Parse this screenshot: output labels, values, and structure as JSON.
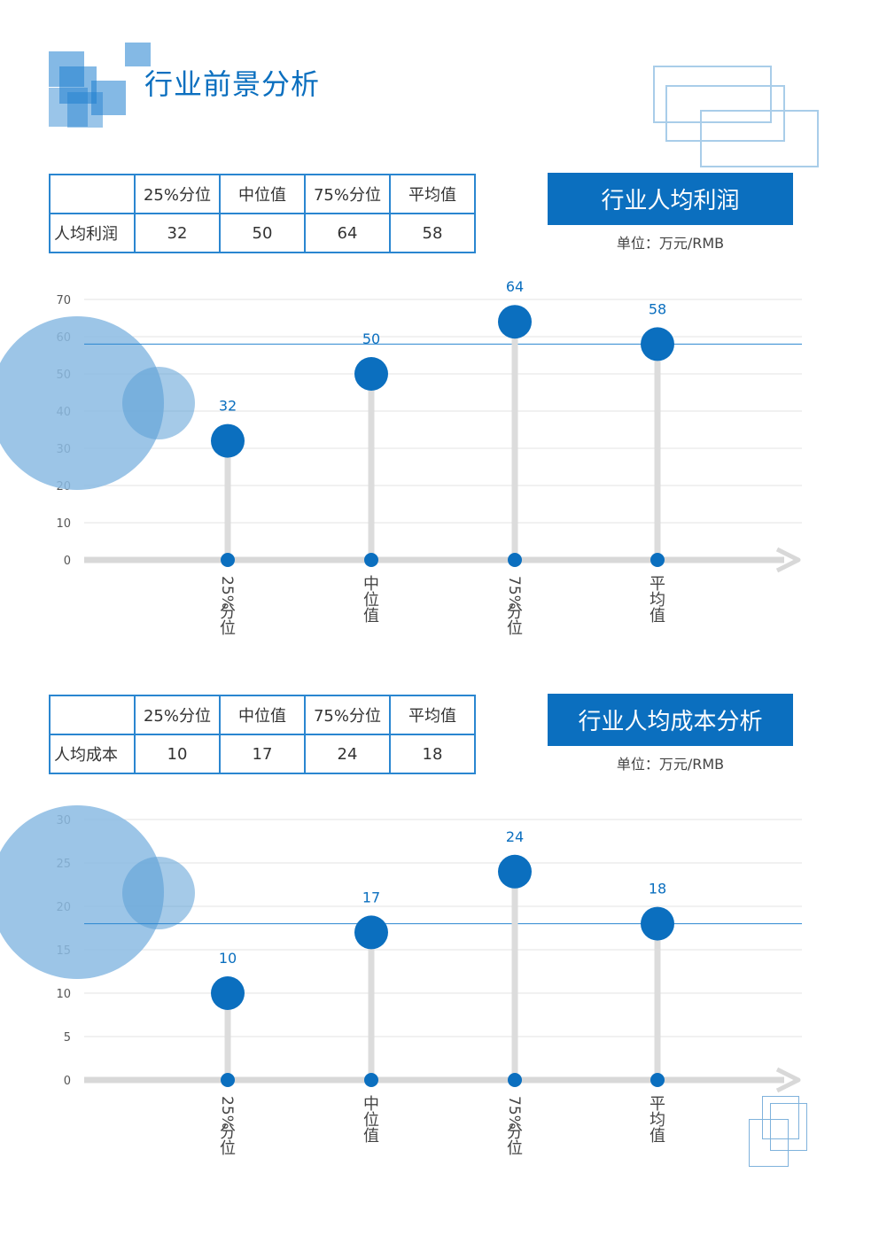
{
  "page": {
    "title": "行业前景分析"
  },
  "colors": {
    "accent": "#0b6fbf",
    "table_border": "#2a86d0",
    "stem": "#dcdcdc",
    "grid": "#e3e3e3",
    "deco_circle": "#8bbbe3"
  },
  "sections": [
    {
      "banner": "行业人均利润",
      "unit": "单位：万元/RMB",
      "table": {
        "headers": [
          "",
          "25%分位",
          "中位值",
          "75%分位",
          "平均值"
        ],
        "row_label": "人均利润",
        "values": [
          "32",
          "50",
          "64",
          "58"
        ]
      }
    },
    {
      "banner": "行业人均成本分析",
      "unit": "单位：万元/RMB",
      "table": {
        "headers": [
          "",
          "25%分位",
          "中位值",
          "75%分位",
          "平均值"
        ],
        "row_label": "人均成本",
        "values": [
          "10",
          "17",
          "24",
          "18"
        ]
      }
    }
  ],
  "chart_data": [
    {
      "type": "scatter",
      "title": "",
      "categories": [
        "25%分位",
        "中位值",
        "75%分位",
        "平均值"
      ],
      "values": [
        32,
        50,
        64,
        58
      ],
      "reference_line": 58,
      "ylim": [
        0,
        70
      ],
      "yticks": [
        0,
        10,
        20,
        30,
        40,
        50,
        60,
        70
      ],
      "grid": true,
      "xlabel": "",
      "ylabel": ""
    },
    {
      "type": "scatter",
      "title": "",
      "categories": [
        "25%分位",
        "中位值",
        "75%分位",
        "平均值"
      ],
      "values": [
        10,
        17,
        24,
        18
      ],
      "reference_line": 18,
      "ylim": [
        0,
        30
      ],
      "yticks": [
        0,
        5,
        10,
        15,
        20,
        25,
        30
      ],
      "grid": true,
      "xlabel": "",
      "ylabel": ""
    }
  ]
}
